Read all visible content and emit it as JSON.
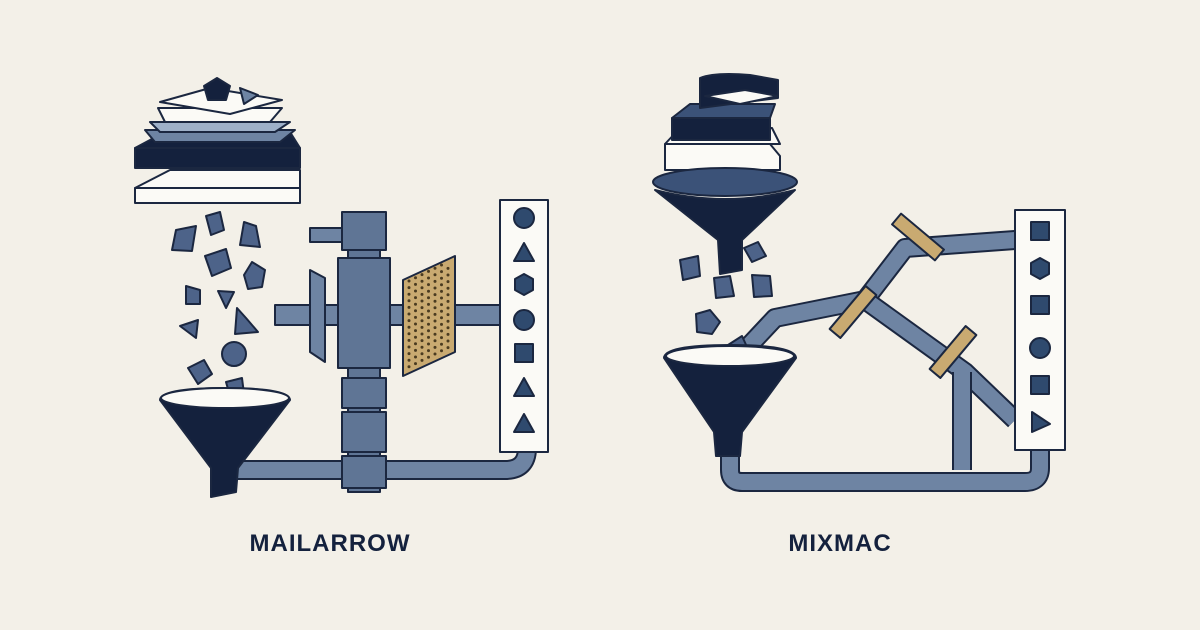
{
  "panels": [
    {
      "label": "MAILARROW"
    },
    {
      "label": "MIXMAC"
    }
  ],
  "colors": {
    "background": "#f3f0e8",
    "navy": "#14213d",
    "steel": "#5f7595",
    "pipe": "#6e84a3",
    "light_steel": "#9eb0c8",
    "mesh": "#c9aa71",
    "mesh_holes": "#4a3b20",
    "outline": "#1b2740",
    "white": "#fbfaf6"
  },
  "icons": {
    "left_output_column": [
      "circle",
      "triangle",
      "hexagon",
      "circle",
      "square",
      "triangle",
      "triangle"
    ],
    "right_output_column": [
      "square",
      "hexagon",
      "square",
      "circle",
      "square",
      "triangle"
    ]
  }
}
